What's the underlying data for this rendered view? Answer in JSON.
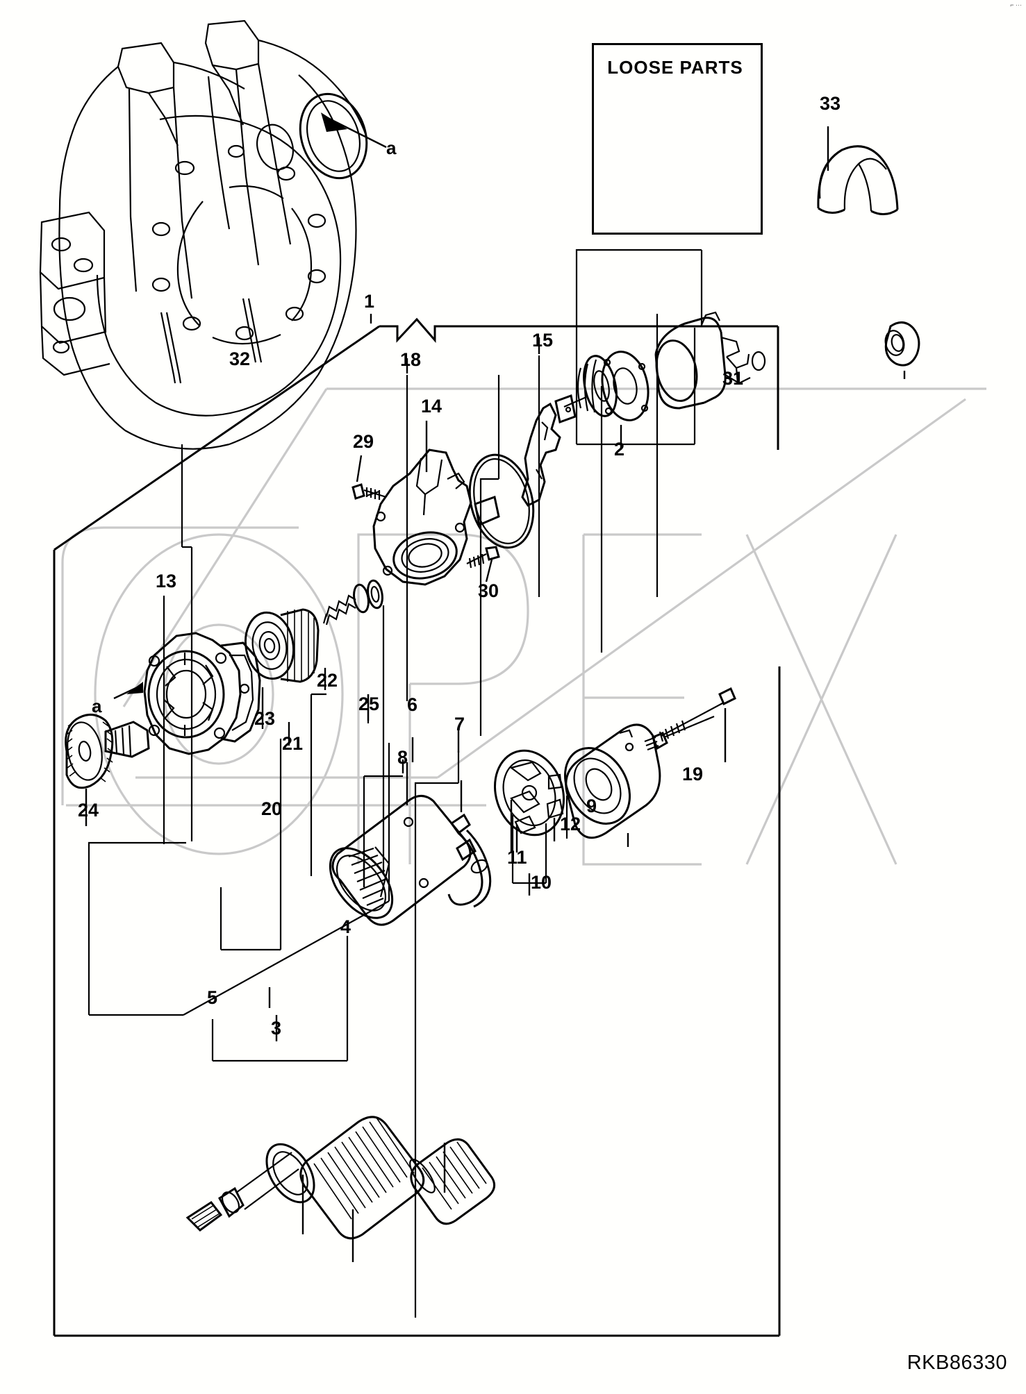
{
  "sheet": {
    "drawing_number": "RKB86330",
    "corner_mark": "⌐ ···"
  },
  "loose_parts": {
    "title": "LOOSE PARTS",
    "items": [
      {
        "number": "33",
        "name": "bearing-shell"
      }
    ]
  },
  "reference_marks": [
    {
      "label": "a",
      "name": "ref-a-housing-bore"
    },
    {
      "label": "a",
      "name": "ref-a-drive-end-bracket"
    }
  ],
  "callouts": [
    {
      "number": "32",
      "name": "flywheel-housing-bolt"
    },
    {
      "number": "1",
      "name": "starter-assembly"
    },
    {
      "number": "18",
      "name": "field-terminal"
    },
    {
      "number": "15",
      "name": "shift-lever"
    },
    {
      "number": "14",
      "name": "gear-case"
    },
    {
      "number": "29",
      "name": "gear-case-screw"
    },
    {
      "number": "31",
      "name": "solenoid-cap"
    },
    {
      "number": "2",
      "name": "magnetic-switch"
    },
    {
      "number": "30",
      "name": "through-bolt"
    },
    {
      "number": "13",
      "name": "overrunning-clutch"
    },
    {
      "number": "23",
      "name": "clutch-roller-assembly"
    },
    {
      "number": "21",
      "name": "pinion-stop-collar"
    },
    {
      "number": "22",
      "name": "return-spring"
    },
    {
      "number": "25",
      "name": "snap-ring"
    },
    {
      "number": "24",
      "name": "pinion-gear"
    },
    {
      "number": "20",
      "name": "drive-housing-assembly"
    },
    {
      "number": "6",
      "name": "yoke-assembly"
    },
    {
      "number": "7",
      "name": "field-coil"
    },
    {
      "number": "8",
      "name": "pole-core-screw"
    },
    {
      "number": "5",
      "name": "armature-shaft-spline"
    },
    {
      "number": "3",
      "name": "armature"
    },
    {
      "number": "4",
      "name": "commutator"
    },
    {
      "number": "11",
      "name": "brush-holder"
    },
    {
      "number": "10",
      "name": "brush-set"
    },
    {
      "number": "12",
      "name": "brush-spring"
    },
    {
      "number": "9",
      "name": "rear-end-cover"
    },
    {
      "number": "19",
      "name": "through-bolt-long"
    }
  ],
  "watermark": {
    "text": "OPEX"
  }
}
